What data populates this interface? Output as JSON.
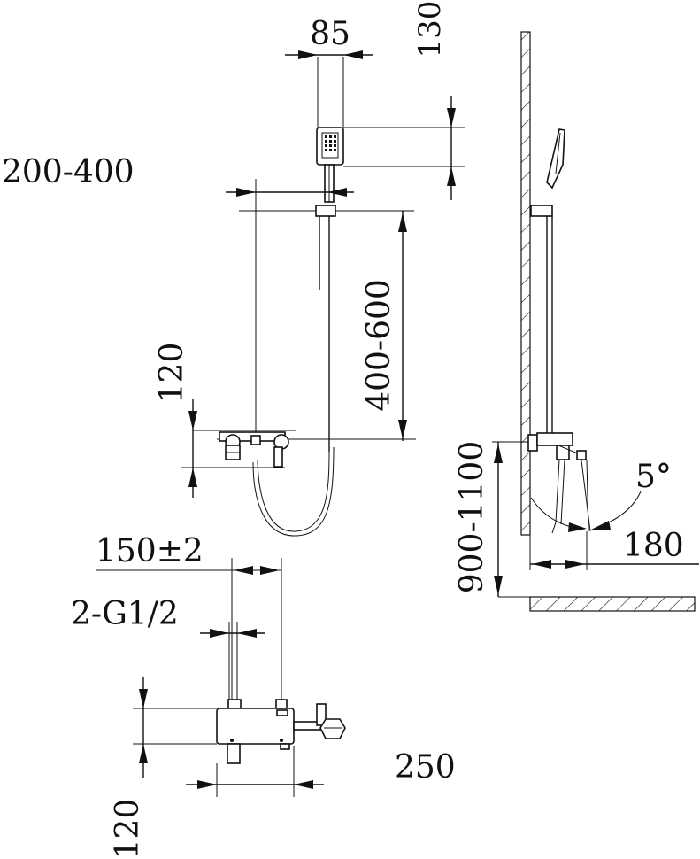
{
  "dimensions": {
    "head_width": "85",
    "head_height": "130",
    "head_offset": "200-400",
    "bar_height": "400-600",
    "mixer_height_top": "120",
    "centers": "150±2",
    "inlets": "2-G1/2",
    "install_height": "900-1100",
    "spout_reach": "180",
    "tilt_angle": "5°",
    "mixer_length": "250",
    "mixer_height_bottom": "120"
  },
  "colors": {
    "ink": "#111111",
    "paper": "#ffffff"
  }
}
